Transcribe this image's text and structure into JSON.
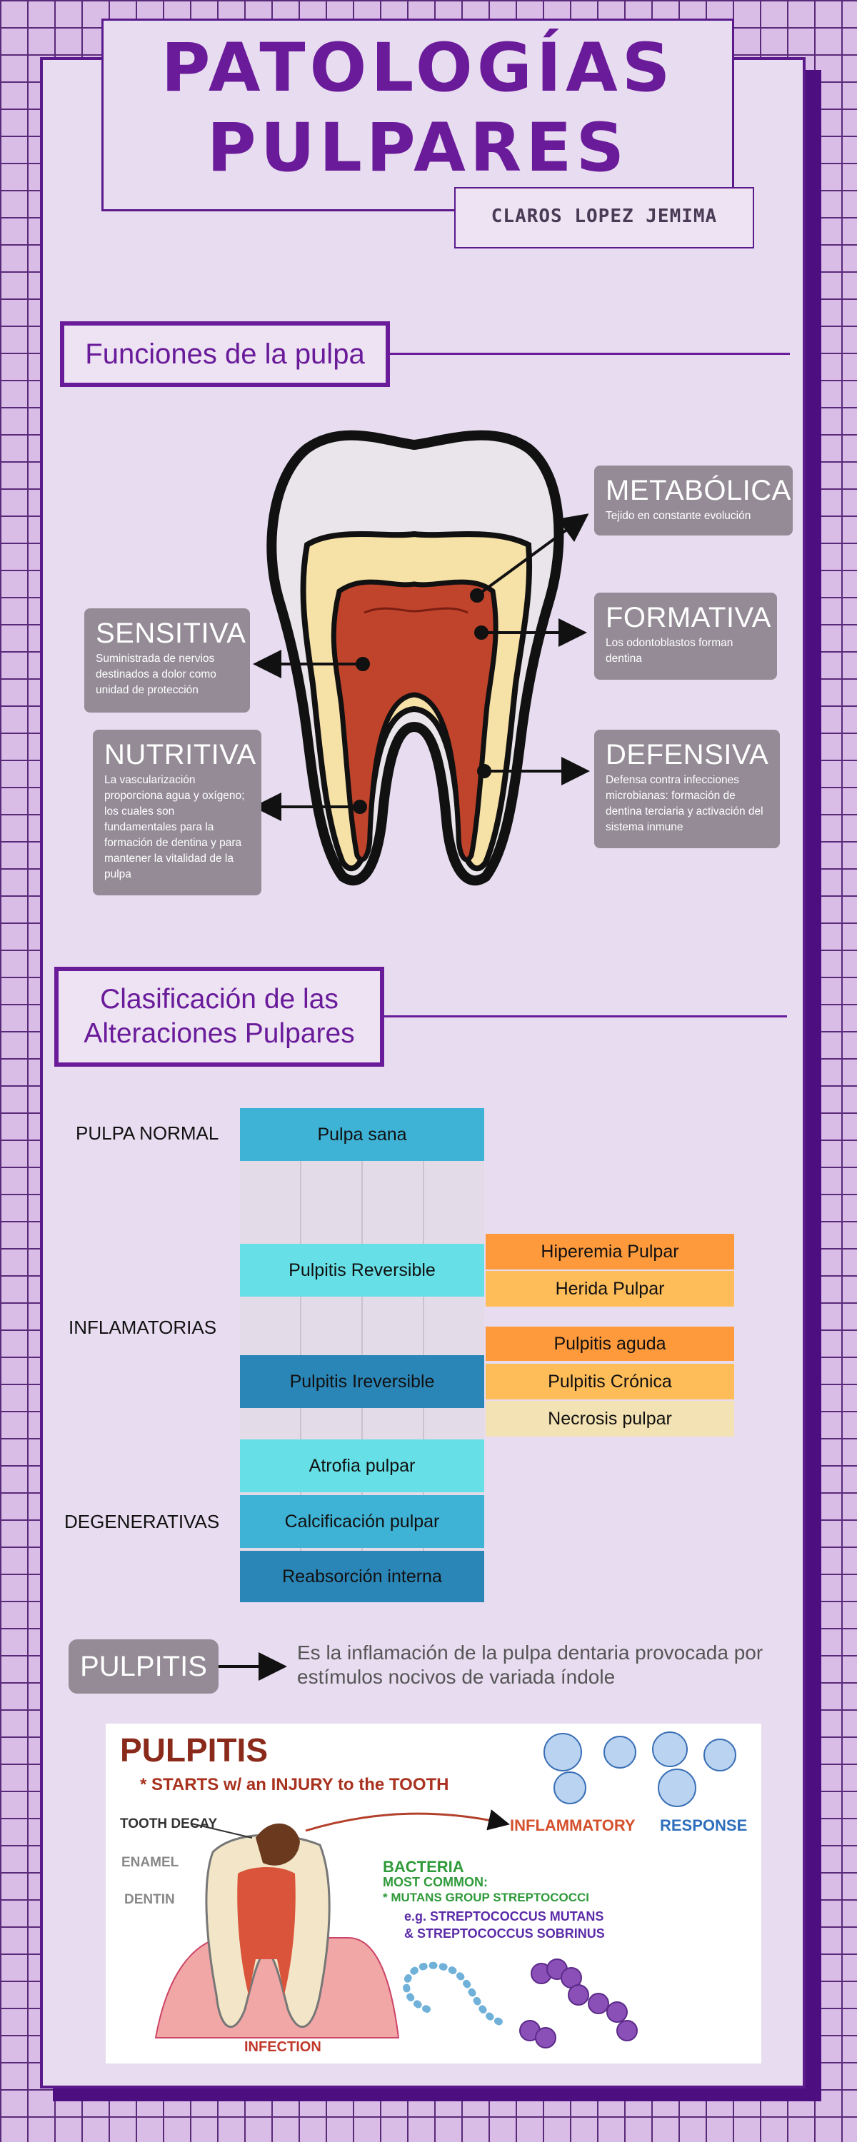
{
  "header": {
    "title": "PATOLOGÍAS\nPULPARES",
    "author": "CLAROS LOPEZ JEMIMA"
  },
  "section1": {
    "title": "Funciones de la pulpa",
    "functions": [
      {
        "title": "METABÓLICA",
        "desc": "Tejido en constante evolución"
      },
      {
        "title": "FORMATIVA",
        "desc": "Los odontoblastos forman dentina"
      },
      {
        "title": "SENSITIVA",
        "desc": "Suministrada de nervios destinados a dolor como unidad de protección"
      },
      {
        "title": "NUTRITIVA",
        "desc": "La vascularización proporciona agua y oxígeno; los cuales son fundamentales para la formación de dentina y para mantener la vitalidad de la pulpa"
      },
      {
        "title": "DEFENSIVA",
        "desc": "Defensa contra infecciones microbianas: formación de dentina terciaria y activación del sistema inmune"
      }
    ]
  },
  "section2": {
    "title_line1": "Clasificación de las",
    "title_line2": "Alteraciones Pulpares",
    "row_labels": [
      "PULPA NORMAL",
      "INFLAMATORIAS",
      "DEGENERATIVAS"
    ],
    "left_cells": [
      "Pulpa sana",
      "Pulpitis Reversible",
      "Pulpitis Ireversible",
      "Atrofia pulpar",
      "Calcificación pulpar",
      "Reabsorción interna"
    ],
    "right_cells": [
      "Hiperemia Pulpar",
      "Herida  Pulpar",
      "Pulpitis aguda",
      "Pulpitis Crónica",
      "Necrosis pulpar"
    ]
  },
  "pulpitis": {
    "label": "PULPITIS",
    "definition": "Es la inflamación de la pulpa dentaria provocada por estímulos nocivos de variada índole"
  },
  "illustration": {
    "title": "PULPITIS",
    "subtitle": "* STARTS w/ an INJURY to the TOOTH",
    "tooth_decay": "TOOTH DECAY",
    "enamel": "ENAMEL",
    "dentin": "DENTIN",
    "inflammatory": "INFLAMMATORY",
    "response": "RESPONSE",
    "bacteria": "BACTERIA",
    "most_common": "MOST COMMON:",
    "mutans_group": "* MUTANS GROUP STREPTOCOCCI",
    "eg_mutans": "e.g. STREPTOCOCCUS MUTANS",
    "sobrinus": "& STREPTOCOCCUS SOBRINUS",
    "infection": "INFECTION"
  },
  "colors": {
    "accent": "#6a1b9a",
    "pulpa_sana": "#3fb3d6",
    "reversible": "#66e0e6",
    "irreversible": "#2b86b8",
    "orange": "#ff9a3c",
    "light_orange": "#ffbd59",
    "cream": "#f3e2b3"
  }
}
